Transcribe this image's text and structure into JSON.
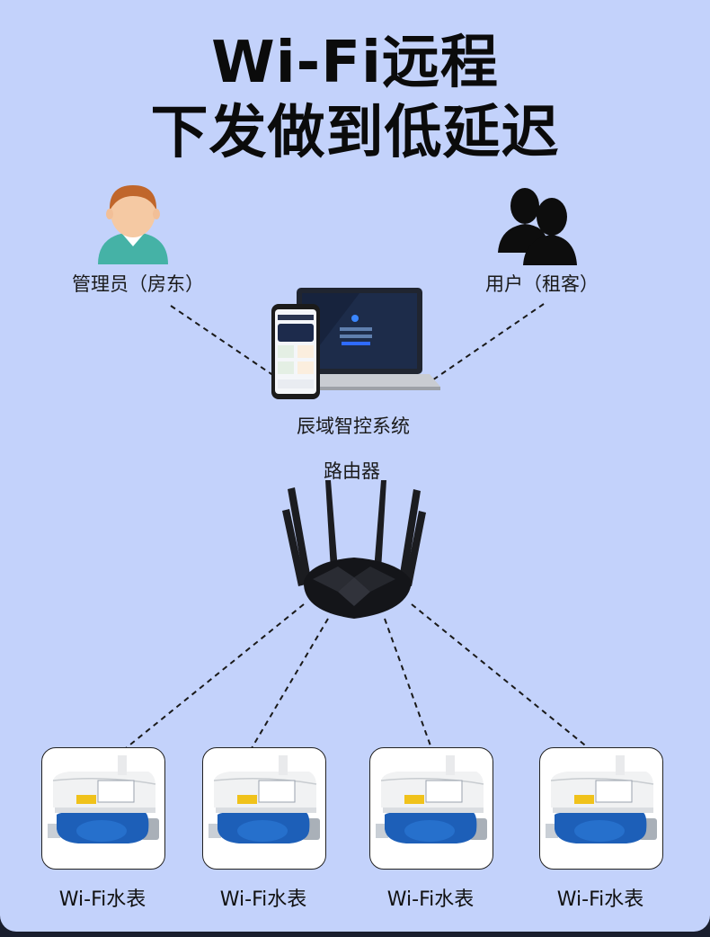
{
  "title": {
    "line1": "Wi-Fi远程",
    "line2": "下发做到低延迟"
  },
  "admin": {
    "label": "管理员（房东）",
    "icon": "person-icon"
  },
  "user": {
    "label": "用户（租客）",
    "icon": "users-icon"
  },
  "system": {
    "label": "辰域智控系统",
    "icon": "laptop-phone-icon"
  },
  "router": {
    "label": "路由器",
    "icon": "router-icon"
  },
  "meters": [
    {
      "label": "Wi-Fi水表"
    },
    {
      "label": "Wi-Fi水表"
    },
    {
      "label": "Wi-Fi水表"
    },
    {
      "label": "Wi-Fi水表"
    }
  ],
  "colors": {
    "background": "#c3d2fb",
    "meter_blue": "#1d5fb8",
    "avatar_teal": "#45b2a6"
  }
}
